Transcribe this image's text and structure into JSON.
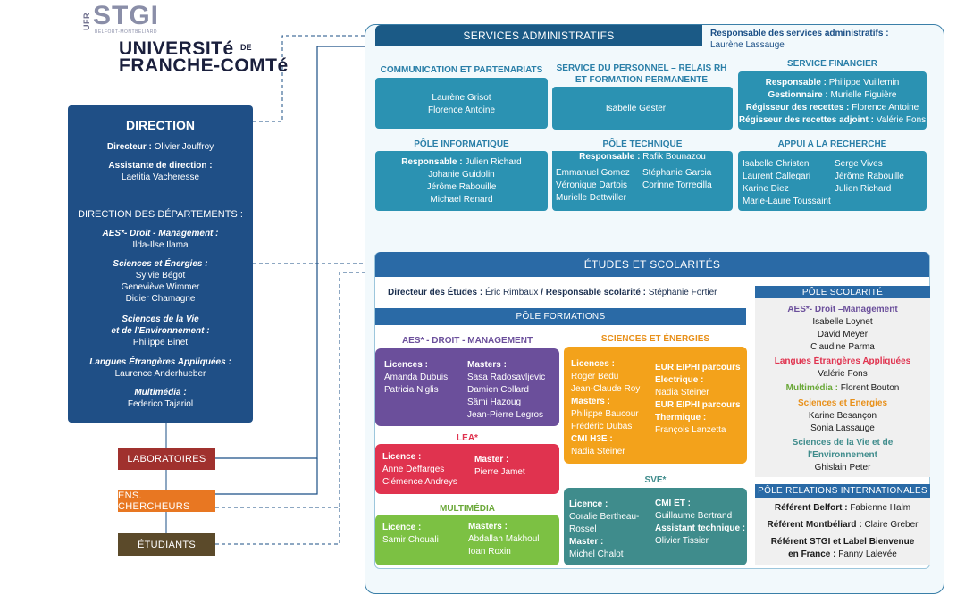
{
  "logo": {
    "ufr": "UFR",
    "stgi": "STGI",
    "stgi_sub": "BELFORT-MONTBÉLIARD",
    "univ_line1": "UNIVERSITé",
    "univ_de": "DE",
    "univ_line2": "FRANCHE-COMTé"
  },
  "direction": {
    "title": "DIRECTION",
    "directeur_label": "Directeur :",
    "directeur": "Olivier Jouffroy",
    "assistante_label": "Assistante de direction :",
    "assistante": "Laetitia Vacheresse",
    "departements_title": "DIRECTION DES DÉPARTEMENTS :",
    "departements": [
      {
        "name": "AES*- Droit - Management :",
        "people": "Ilda-Ilse Ilama"
      },
      {
        "name": "Sciences et Énergies :",
        "people": "Sylvie Bégot"
      },
      {
        "name": "",
        "people": "Geneviève Wimmer"
      },
      {
        "name": "",
        "people": "Didier Chamagne"
      },
      {
        "name": "Sciences de la Vie",
        "people": ""
      },
      {
        "name": "et de l'Environnement :",
        "people": "Philippe Binet"
      },
      {
        "name": "Langues Étrangères Appliquées :",
        "people": "Laurence Anderhueber"
      },
      {
        "name": "Multimédia :",
        "people": "Federico Tajariol"
      }
    ]
  },
  "side_buttons": {
    "laboratoires": "LABORATOIRES",
    "ens_chercheurs": "ENS. CHERCHEURS",
    "etudiants": "ÉTUDIANTS"
  },
  "services": {
    "banner": "SERVICES ADMINISTRATIFS",
    "responsable_label": "Responsable des services administratifs :",
    "responsable": "Laurène Lassauge",
    "communication": {
      "title": "COMMUNICATION ET PARTENARIATS",
      "people": [
        "Laurène Grisot",
        "Florence Antoine"
      ]
    },
    "personnel": {
      "title1": "SERVICE DU PERSONNEL – RELAIS RH",
      "title2": "ET FORMATION PERMANENTE",
      "people": [
        "Isabelle Gester"
      ]
    },
    "financier": {
      "title": "SERVICE FINANCIER",
      "rows": [
        {
          "label": "Responsable :",
          "value": "Philippe Vuillemin"
        },
        {
          "label": "Gestionnaire :",
          "value": "Murielle Figuière"
        },
        {
          "label": "Régisseur des recettes :",
          "value": "Florence Antoine"
        },
        {
          "label": "Régisseur des recettes adjoint :",
          "value": "Valérie Fons"
        }
      ]
    },
    "informatique": {
      "title": "PÔLE INFORMATIQUE",
      "responsable_label": "Responsable :",
      "responsable": "Julien Richard",
      "people": [
        "Johanie Guidolin",
        "Jérôme Rabouille",
        "Michael Renard"
      ]
    },
    "technique": {
      "title": "PÔLE TECHNIQUE",
      "responsable_label": "Responsable :",
      "responsable": "Rafik Bounazou",
      "col1": [
        "Emmanuel Gomez",
        "Véronique Dartois",
        "Murielle Dettwiller"
      ],
      "col2": [
        "Stéphanie Garcia",
        "Corinne Torrecilla"
      ]
    },
    "recherche": {
      "title": "APPUI A LA RECHERCHE",
      "col1": [
        "Isabelle Christen",
        "Laurent Callegari",
        "Karine Diez",
        "Marie-Laure Toussaint"
      ],
      "col2": [
        "Serge Vives",
        "Jérôme Rabouille",
        "Julien Richard"
      ]
    }
  },
  "etudes": {
    "banner": "ÉTUDES ET SCOLARITÉS",
    "directeur_label": "Directeur des Études :",
    "directeur": "Éric Rimbaux",
    "sep": "/",
    "responsable_label": "Responsable scolarité :",
    "responsable": "Stéphanie Fortier",
    "pole_formations": "PÔLE FORMATIONS",
    "aes": {
      "title": "AES* - DROIT - MANAGEMENT",
      "licences_label": "Licences :",
      "licences": [
        "Amanda Dubuis",
        "Patricia Niglis"
      ],
      "masters_label": "Masters :",
      "masters": [
        "Sasa Radosavljevic",
        "Damien Collard",
        "Sâmi Hazoug",
        "Jean-Pierre Legros"
      ]
    },
    "sciences": {
      "title": "SCIENCES ET ÉNERGIES",
      "licences_label": "Licences :",
      "licences": [
        "Roger Bedu",
        "Jean-Claude Roy"
      ],
      "masters_label": "Masters :",
      "masters": [
        "Philippe Baucour",
        "Frédéric Dubas"
      ],
      "cmi_label": "CMI H3E :",
      "cmi": "Nadia Steiner",
      "eur1_label1": "EUR EIPHI parcours",
      "eur1_label2": "Electrique :",
      "eur1": "Nadia Steiner",
      "eur2_label1": "EUR EIPHI parcours",
      "eur2_label2": "Thermique :",
      "eur2": "François Lanzetta"
    },
    "lea": {
      "title": "LEA*",
      "licence_label": "Licence :",
      "licence": [
        "Anne Deffarges",
        "Clémence Andreys"
      ],
      "master_label": "Master :",
      "master": "Pierre Jamet"
    },
    "multimedia": {
      "title": "MULTIMÉDIA",
      "licence_label": "Licence :",
      "licence": "Samir Chouali",
      "masters_label": "Masters :",
      "masters": [
        "Abdallah Makhoul",
        "Ioan Roxin"
      ]
    },
    "sve": {
      "title": "SVE*",
      "licence_label": "Licence :",
      "licence": [
        "Coralie Bertheau-",
        "Rossel"
      ],
      "master_label": "Master :",
      "master": "Michel Chalot",
      "cmi_label": "CMI ET :",
      "cmi": "Guillaume Bertrand",
      "assistant_label": "Assistant technique :",
      "assistant": "Olivier Tissier"
    },
    "scolarite": {
      "title": "PÔLE SCOLARITÉ",
      "aes_title": "AES*- Droit –Management",
      "aes": [
        "Isabelle Loynet",
        "David Meyer",
        "Claudine Parma"
      ],
      "lea_title": "Langues Étrangères Appliquées",
      "lea": [
        "Valérie Fons"
      ],
      "multimedia_title": "Multimédia :",
      "multimedia": "Florent Bouton",
      "sciences_title": "Sciences et Energies",
      "sciences": [
        "Karine Besançon",
        "Sonia Lassauge"
      ],
      "sve_title1": "Sciences de la Vie et de",
      "sve_title2": "l'Environnement",
      "sve": [
        "Ghislain Peter"
      ]
    },
    "relations": {
      "title": "PÔLE RELATIONS INTERNATIONALES",
      "belfort_label": "Référent Belfort :",
      "belfort": "Fabienne Halm",
      "montbeliard_label": "Référent Montbéliard :",
      "montbeliard": "Claire Greber",
      "stgi_label1": "Référent STGI et Label Bienvenue",
      "stgi_label2": "en France :",
      "stgi": "Fanny Lalevée"
    }
  },
  "colors": {
    "direction": "#1f4f86",
    "teal": "#2b92b2",
    "aes": "#6b4f9b",
    "sciences": "#f3a21b",
    "lea": "#e0334f",
    "multimedia": "#7cc143",
    "sve": "#3f8c8c",
    "laboratoires": "#a0312e",
    "ens_chercheurs": "#e87722",
    "etudiants": "#5b4a2a"
  }
}
